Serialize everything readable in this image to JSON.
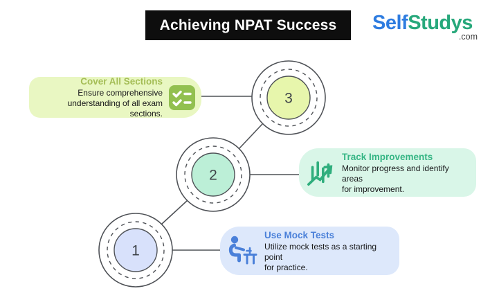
{
  "header": {
    "title": "Achieving NPAT Success"
  },
  "logo": {
    "part1": "Self",
    "part2": "Studys",
    "suffix": ".com"
  },
  "colors": {
    "header_bg": "#0e0e0e",
    "logo_blue": "#2e7ce0",
    "logo_green": "#27a87b",
    "line_stroke": "#4f5257",
    "step1_accent": "#4a80d9",
    "step1_box_bg": "#dde8fb",
    "step1_circle_fill": "#d8e1fb",
    "step2_accent": "#35b584",
    "step2_box_bg": "#d9f6e8",
    "step2_circle_fill": "#bcefd7",
    "step3_accent": "#a4bd55",
    "step3_icon_bg": "#92c050",
    "step3_box_bg": "#e9f7c2",
    "step3_circle_fill": "#e7f6ac"
  },
  "steps": [
    {
      "number": "1",
      "title": "Use Mock Tests",
      "body": "Utilize mock tests as a starting point\nfor practice.",
      "icon": "person-at-desk-icon"
    },
    {
      "number": "2",
      "title": "Track Improvements",
      "body": "Monitor progress and identify areas\nfor improvement.",
      "icon": "trend-chart-icon"
    },
    {
      "number": "3",
      "title": "Cover All Sections",
      "body": "Ensure comprehensive\nunderstanding of all exam sections.",
      "icon": "checklist-icon"
    }
  ]
}
